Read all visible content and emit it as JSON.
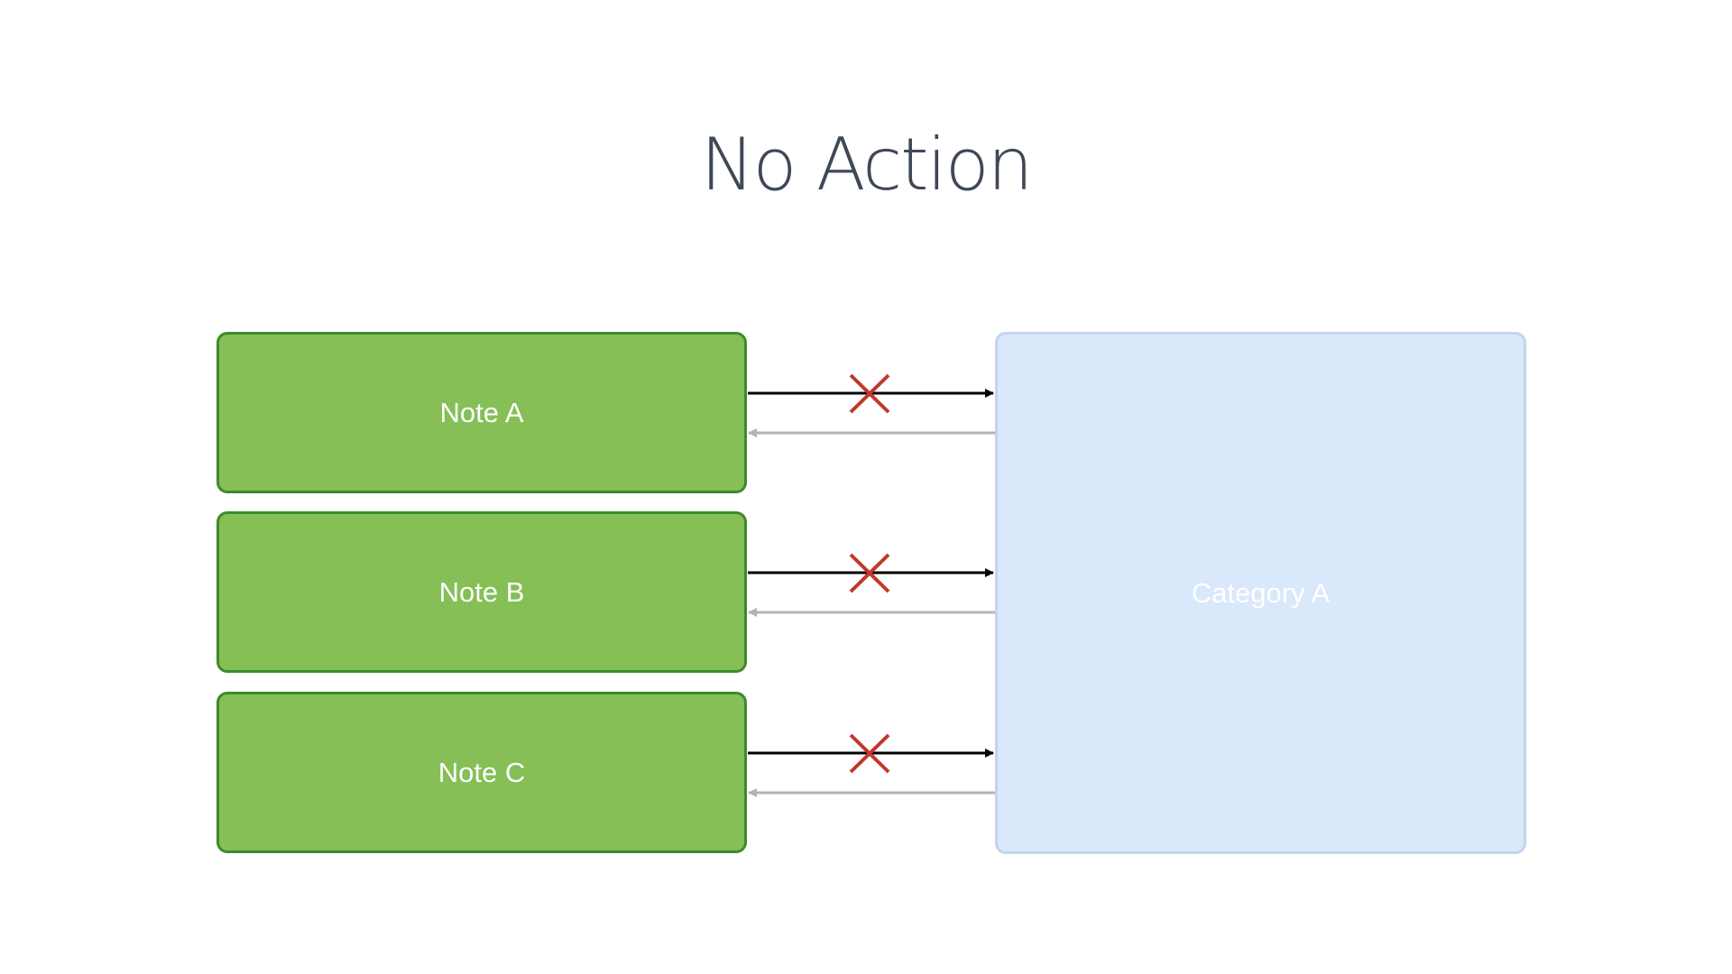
{
  "title": "No Action",
  "notes": [
    {
      "label": "Note A"
    },
    {
      "label": "Note B"
    },
    {
      "label": "Note C"
    }
  ],
  "category": {
    "label": "Category A"
  },
  "colors": {
    "note_fill": "#85bf56",
    "note_border": "#3d8a2e",
    "category_fill": "#dae8fb",
    "category_border": "#c3d4ee",
    "forward_arrow": "#000000",
    "back_arrow": "#b3b3b3",
    "cross": "#c0392b",
    "title_text": "#3f4857"
  },
  "icons": {
    "forward": "arrow-right-icon",
    "back": "arrow-left-icon",
    "blocked": "cross-icon"
  }
}
